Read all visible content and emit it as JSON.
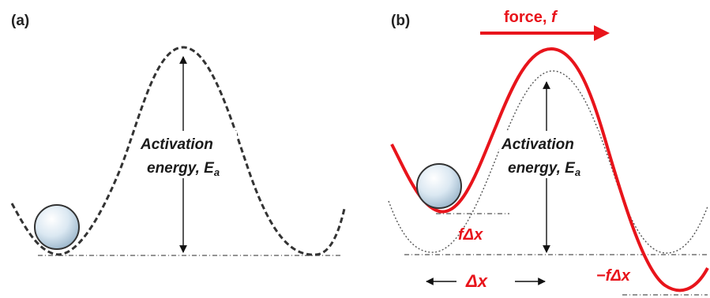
{
  "panel_a": {
    "label": "(a)",
    "activation_line1": "Activation",
    "activation_line2_main": "energy, E",
    "activation_line2_sub": "a"
  },
  "panel_b": {
    "label": "(b)",
    "force_main": "force, ",
    "force_symbol": "f",
    "activation_line1": "Activation",
    "activation_line2_main": "energy, E",
    "activation_line2_sub": "a",
    "f_delta_x": "fΔx",
    "minus_f_delta_x": "−fΔx",
    "delta_x_label": "Δx"
  },
  "colors": {
    "curve_dark": "#333333",
    "curve_red": "#e8141b",
    "text_dark": "#1a1a1a",
    "ball_fill": "#cfe0ee",
    "ball_stroke": "#333333"
  }
}
